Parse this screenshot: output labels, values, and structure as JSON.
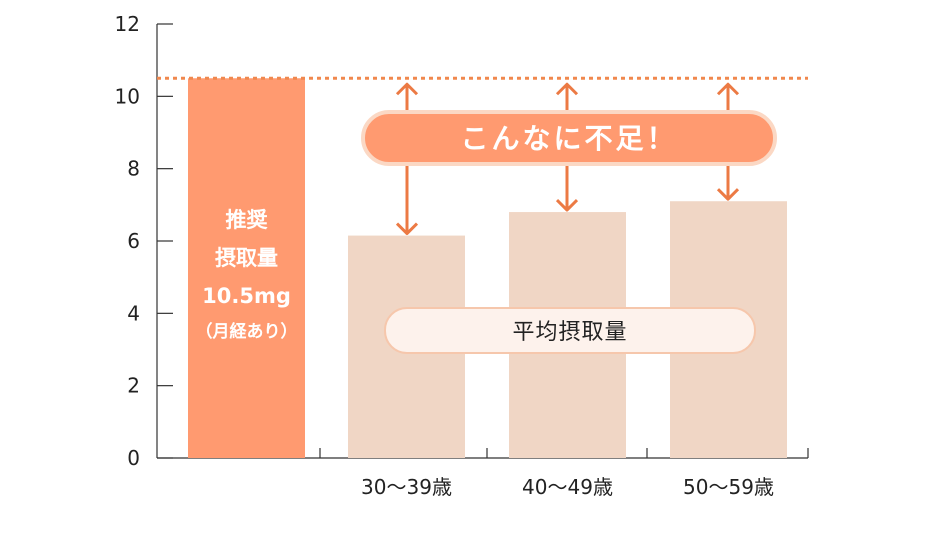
{
  "chart_data": {
    "type": "bar",
    "categories": [
      "",
      "30〜39歳",
      "40〜49歳",
      "50〜59歳"
    ],
    "values": [
      10.5,
      6.15,
      6.8,
      7.1
    ],
    "ylim": [
      0,
      12
    ],
    "yticks": [
      "0",
      "2",
      "4",
      "6",
      "8",
      "10",
      "12"
    ],
    "reference_value": 10.5,
    "grid": false,
    "recommended_bar_label": [
      "推奨",
      "摂取量",
      "10.5mg",
      "（月経あり）"
    ],
    "callout_label": "こんなに不足！",
    "average_label": "平均摂取量",
    "colors": {
      "recommended": "#ff9a70",
      "average": "#f0d6c5",
      "reference_line": "#f0884e",
      "arrow": "#ec7a44",
      "callout_fill": "#ff9a70",
      "callout_border": "#fbd8c4",
      "pill_fill": "#fdf2ec",
      "pill_border": "#f6c7ac",
      "axis": "#333333"
    }
  }
}
